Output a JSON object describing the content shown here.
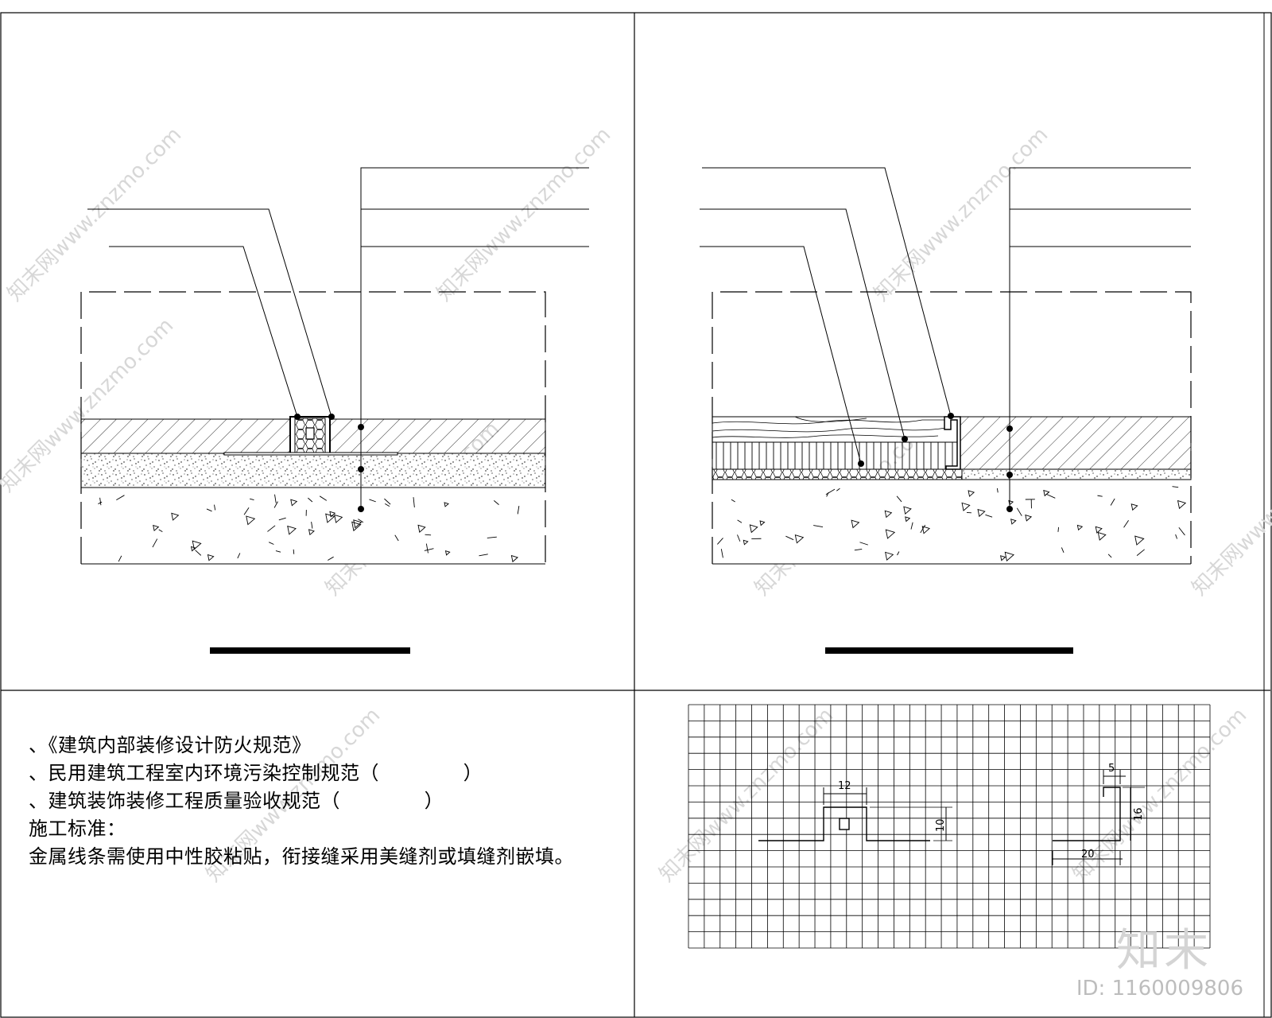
{
  "notes": {
    "lines": [
      "、《建筑内部装修设计防火规范》",
      "、民用建筑工程室内环境污染控制规范（             ）",
      "、建筑装饰装修工程质量验收规范（             ）",
      "施工标准：",
      "金属线条需使用中性胶粘贴，衔接缝采用美缝剂或填缝剂嵌填。"
    ]
  },
  "profiles": {
    "left": {
      "width": "12",
      "height": "10"
    },
    "right": {
      "lip": "5",
      "height": "16",
      "width": "20"
    }
  },
  "watermark": {
    "text": "知末网www.znzmo.com",
    "logo": "知末",
    "id": "ID: 1160009806"
  }
}
